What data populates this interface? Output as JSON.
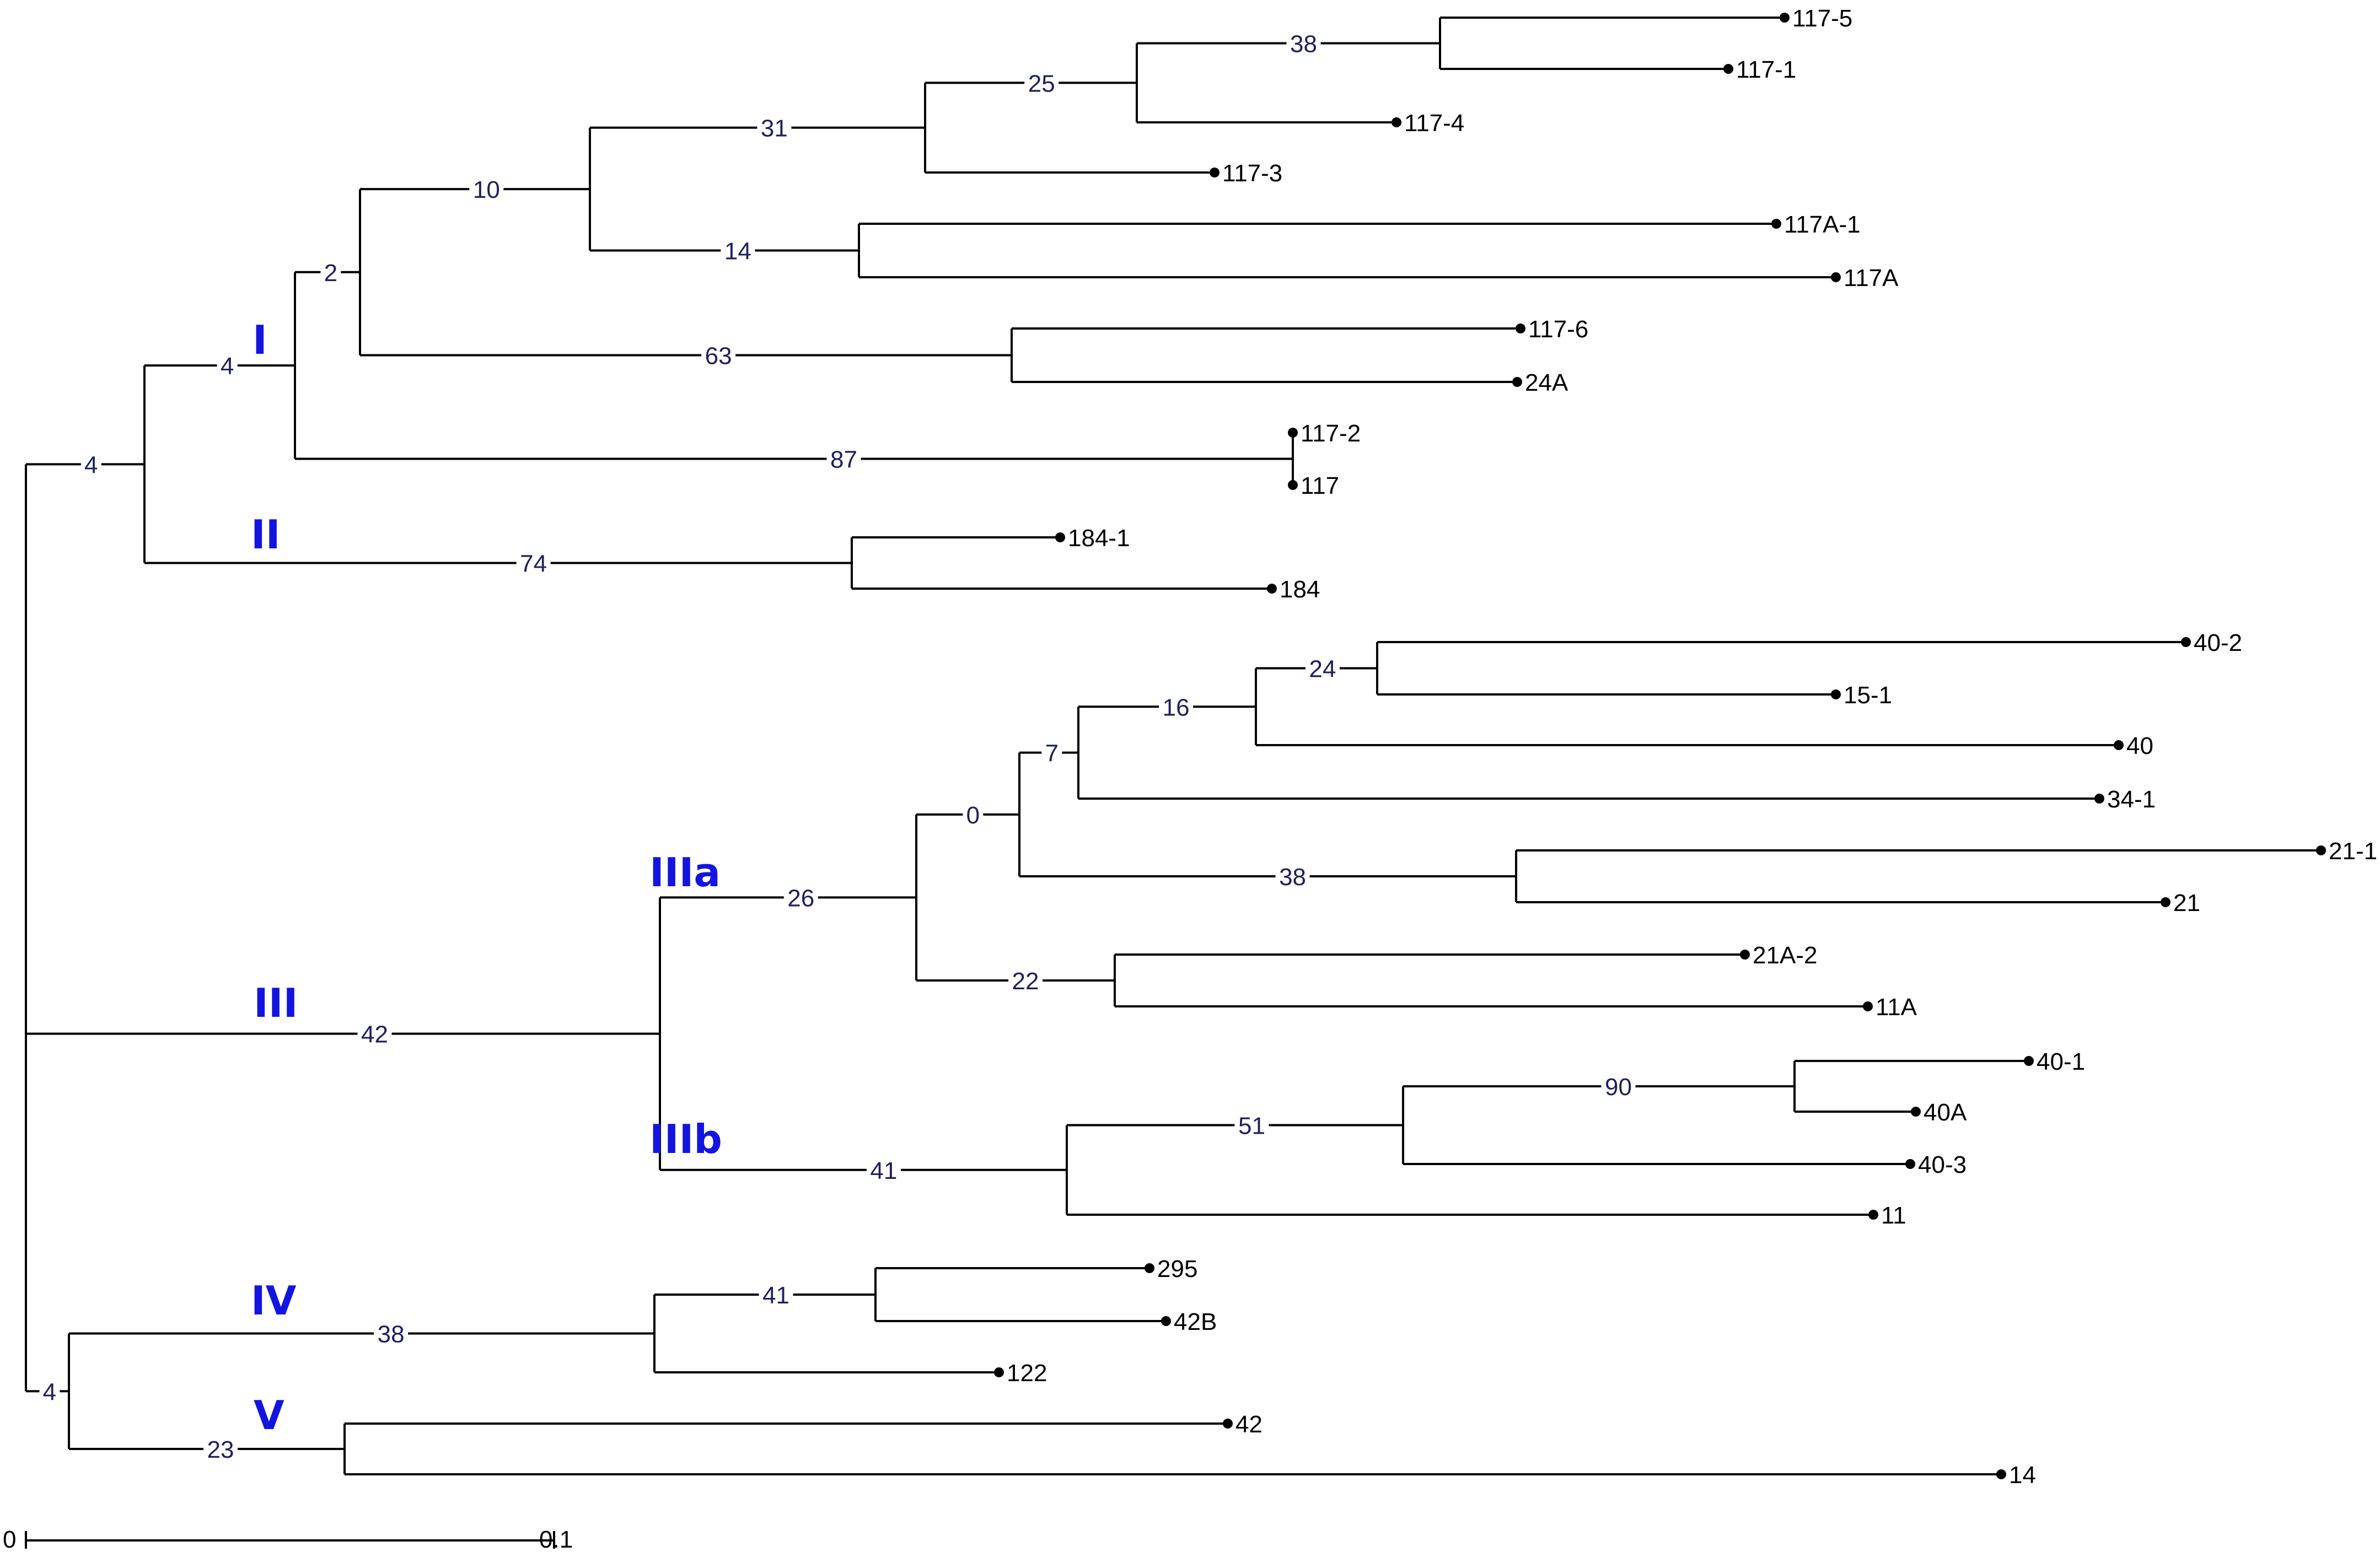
{
  "tree": {
    "leaves": [
      {
        "id": "L117_5",
        "label": "117-5"
      },
      {
        "id": "L117_1",
        "label": "117-1"
      },
      {
        "id": "L117_4",
        "label": "117-4"
      },
      {
        "id": "L117_3",
        "label": "117-3"
      },
      {
        "id": "L117A_1",
        "label": "117A-1"
      },
      {
        "id": "L117A",
        "label": "117A"
      },
      {
        "id": "L117_6",
        "label": "117-6"
      },
      {
        "id": "L24A",
        "label": "24A"
      },
      {
        "id": "L117_2",
        "label": "117-2"
      },
      {
        "id": "L117",
        "label": "117"
      },
      {
        "id": "L184_1",
        "label": "184-1"
      },
      {
        "id": "L184",
        "label": "184"
      },
      {
        "id": "L40_2",
        "label": "40-2"
      },
      {
        "id": "L15_1",
        "label": "15-1"
      },
      {
        "id": "L40",
        "label": "40"
      },
      {
        "id": "L34_1",
        "label": "34-1"
      },
      {
        "id": "L21_1",
        "label": "21-1"
      },
      {
        "id": "L21",
        "label": "21"
      },
      {
        "id": "L21A_2",
        "label": "21A-2"
      },
      {
        "id": "L11A",
        "label": "11A"
      },
      {
        "id": "L40_1",
        "label": "40-1"
      },
      {
        "id": "L40A",
        "label": "40A"
      },
      {
        "id": "L40_3",
        "label": "40-3"
      },
      {
        "id": "L11",
        "label": "11"
      },
      {
        "id": "L295",
        "label": "295"
      },
      {
        "id": "L42B",
        "label": "42B"
      },
      {
        "id": "L122",
        "label": "122"
      },
      {
        "id": "L42",
        "label": "42"
      },
      {
        "id": "L14",
        "label": "14"
      }
    ],
    "internal_nodes": [
      {
        "id": "N_root",
        "children": [
          "N_top",
          "N_III",
          "N_IVV"
        ]
      },
      {
        "id": "N_top",
        "bootstrap": "4",
        "children": [
          "N_I",
          "N_II"
        ]
      },
      {
        "id": "N_I",
        "bootstrap": "4",
        "children": [
          "N_2",
          "N_87"
        ]
      },
      {
        "id": "N_2",
        "bootstrap": "2",
        "children": [
          "N_10",
          "N_63"
        ]
      },
      {
        "id": "N_10",
        "bootstrap": "10",
        "children": [
          "N_31",
          "N_14"
        ]
      },
      {
        "id": "N_31",
        "bootstrap": "31",
        "children": [
          "N_25",
          "L117_3"
        ]
      },
      {
        "id": "N_25",
        "bootstrap": "25",
        "children": [
          "N_38a",
          "L117_4"
        ]
      },
      {
        "id": "N_38a",
        "bootstrap": "38",
        "children": [
          "L117_5",
          "L117_1"
        ]
      },
      {
        "id": "N_14",
        "bootstrap": "14",
        "children": [
          "L117A_1",
          "L117A"
        ]
      },
      {
        "id": "N_63",
        "bootstrap": "63",
        "children": [
          "L117_6",
          "L24A"
        ]
      },
      {
        "id": "N_87",
        "bootstrap": "87",
        "children": [
          "L117_2",
          "L117"
        ]
      },
      {
        "id": "N_II",
        "bootstrap": "74",
        "children": [
          "L184_1",
          "L184"
        ]
      },
      {
        "id": "N_III",
        "bootstrap": "42",
        "children": [
          "N_IIIa",
          "N_IIIb"
        ]
      },
      {
        "id": "N_IIIa",
        "bootstrap": "26",
        "children": [
          "N_0",
          "N_22"
        ]
      },
      {
        "id": "N_0",
        "bootstrap": "0",
        "children": [
          "N_7",
          "N_38b"
        ]
      },
      {
        "id": "N_7",
        "bootstrap": "7",
        "children": [
          "N_16",
          "L34_1"
        ]
      },
      {
        "id": "N_16",
        "bootstrap": "16",
        "children": [
          "N_24",
          "L40"
        ]
      },
      {
        "id": "N_24",
        "bootstrap": "24",
        "children": [
          "L40_2",
          "L15_1"
        ]
      },
      {
        "id": "N_38b",
        "bootstrap": "38",
        "children": [
          "L21_1",
          "L21"
        ]
      },
      {
        "id": "N_22",
        "bootstrap": "22",
        "children": [
          "L21A_2",
          "L11A"
        ]
      },
      {
        "id": "N_IIIb",
        "bootstrap": "41",
        "children": [
          "N_51",
          "L11"
        ]
      },
      {
        "id": "N_51",
        "bootstrap": "51",
        "children": [
          "N_90",
          "L40_3"
        ]
      },
      {
        "id": "N_90",
        "bootstrap": "90",
        "children": [
          "L40_1",
          "L40A"
        ]
      },
      {
        "id": "N_IVV",
        "bootstrap": "4",
        "children": [
          "N_IV",
          "N_V"
        ]
      },
      {
        "id": "N_IV",
        "bootstrap": "38",
        "children": [
          "N_41b",
          "L122"
        ]
      },
      {
        "id": "N_41b",
        "bootstrap": "41",
        "children": [
          "L295",
          "L42B"
        ]
      },
      {
        "id": "N_V",
        "bootstrap": "23",
        "children": [
          "L42",
          "L14"
        ]
      }
    ]
  },
  "clade_labels": [
    {
      "id": "N_I",
      "text": "I"
    },
    {
      "id": "N_II",
      "text": "II"
    },
    {
      "id": "N_III",
      "text": "III"
    },
    {
      "id": "N_IIIa",
      "text": "IIIa"
    },
    {
      "id": "N_IIIb",
      "text": "IIIb"
    },
    {
      "id": "N_IV",
      "text": "IV"
    },
    {
      "id": "N_V",
      "text": "V"
    }
  ],
  "scale_bar": {
    "start_label": "0",
    "end_label": "0.1"
  },
  "colors": {
    "branch": "#000000",
    "bootstrap_text": "#1f1f5c",
    "clade_text": "#1414e0"
  }
}
